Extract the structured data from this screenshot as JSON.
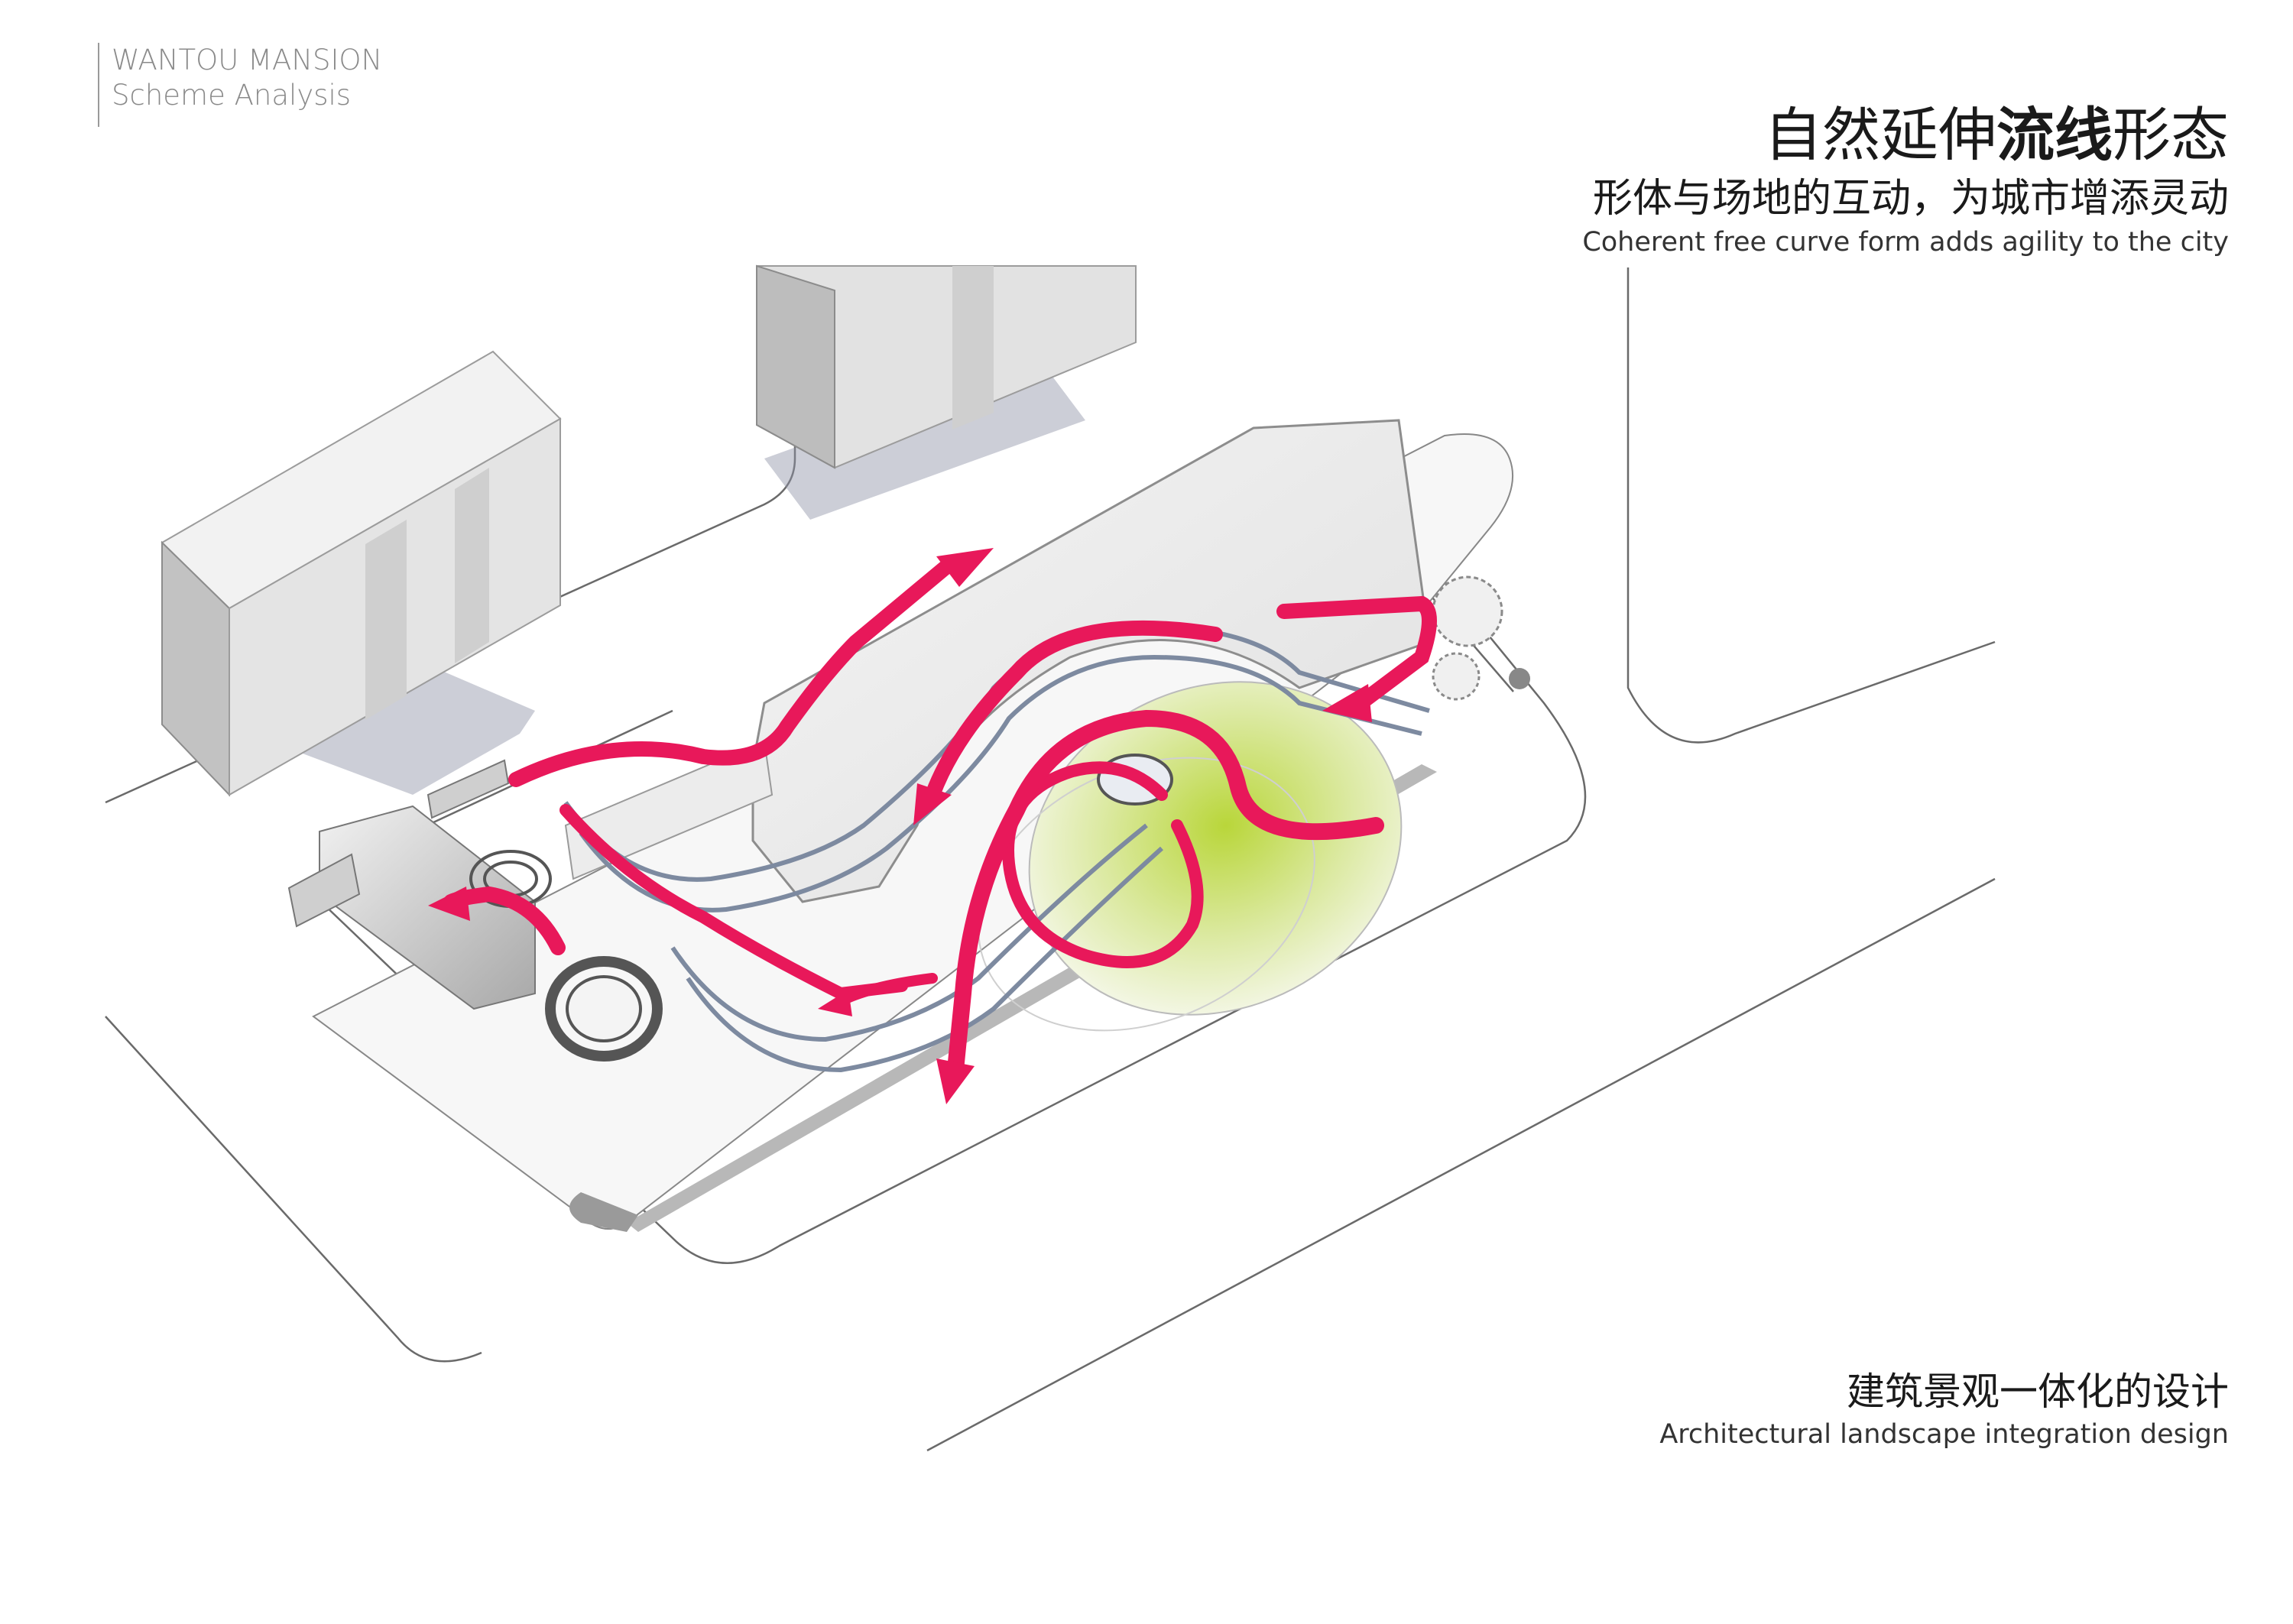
{
  "brand": {
    "line1": "WANTOU MANSION",
    "line2": "Scheme Analysis"
  },
  "headline": {
    "title_pre": "自然延伸",
    "title_bold": "流线",
    "title_post": "形态",
    "subtitle_cn": "形体与场地的互动，为城市增添灵动",
    "subtitle_en": "Coherent free curve form adds agility to the city"
  },
  "footer": {
    "title_cn": "建筑景观一体化的设计",
    "title_en": "Architectural landscape integration design"
  },
  "colors": {
    "flow_arrow": "#e8185a",
    "flow_arrow_edge": "#b0103f",
    "building_roof": "#f2f2f2",
    "building_side": "#c7c7c7",
    "building_shadow": "#8e93a6",
    "landscape_green": "#c6de57",
    "road_line": "#6a6a6a"
  },
  "icons": [
    "tree-icon",
    "flow-arrow-icon"
  ]
}
